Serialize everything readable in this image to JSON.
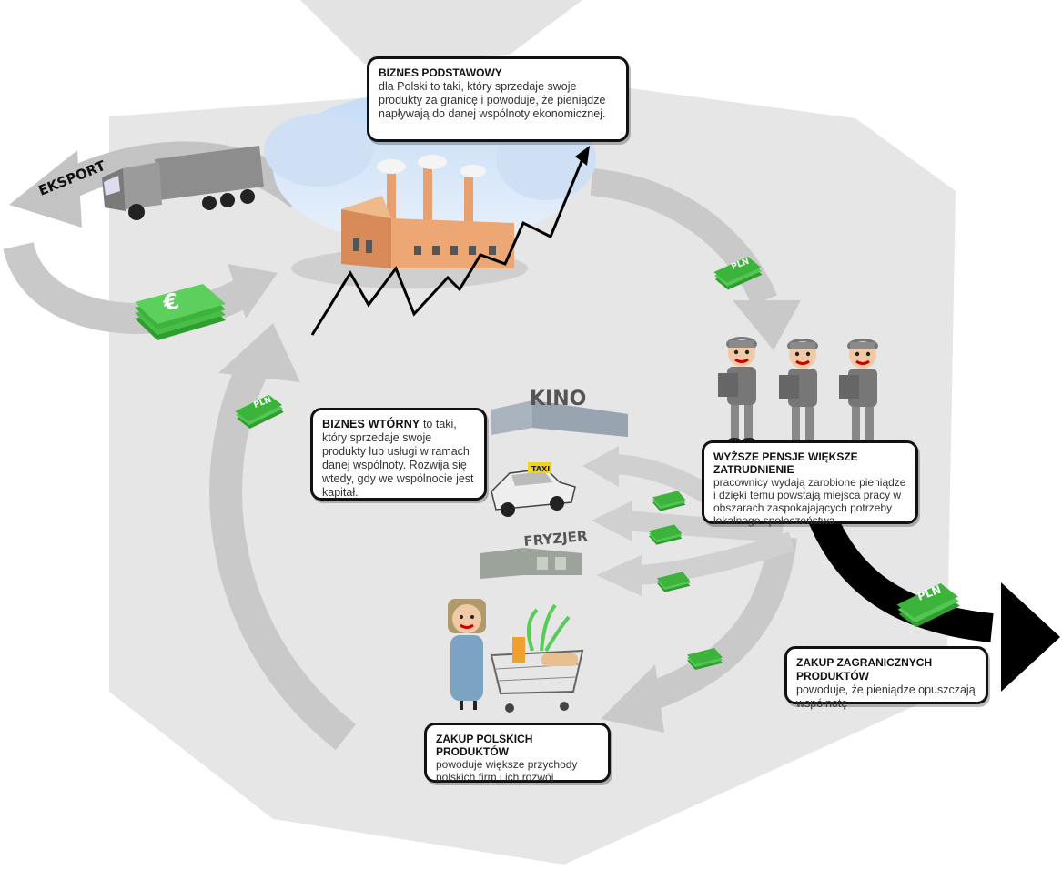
{
  "labels": {
    "eksport": "EKSPORT",
    "euro_symbol": "€",
    "pln": "PLN",
    "kino": "KINO",
    "taxi": "TAXI",
    "fryzjer": "FRYZJER"
  },
  "boxes": {
    "biznes_podstawowy": {
      "title": "BIZNES PODSTAWOWY",
      "text": "dla Polski to taki, który sprzedaje swoje produkty za granicę i powoduje, że pieniądze napływają do danej wspólnoty ekonomicznej."
    },
    "biznes_wtorny": {
      "title": "BIZNES WTÓRNY",
      "text": "to taki, który sprzedaje swoje produkty lub usługi w ramach danej wspólnoty. Rozwija się wtedy, gdy we wspólnocie jest kapitał."
    },
    "wyzsze_pensje": {
      "title": "WYŻSZE PENSJE WIĘKSZE ZATRUDNIENIE",
      "text": "pracownicy wydają zarobione pieniądze i dzięki temu powstają miejsca pracy w obszarach zaspokajających potrzeby lokalnego społeczeństwa"
    },
    "zakup_zagranicznych": {
      "title": "ZAKUP ZAGRANICZNYCH PRODUKTÓW",
      "text": "powoduje, że pieniądze opuszczają wspólnotę"
    },
    "zakup_polskich": {
      "title": "ZAKUP POLSKICH PRODUKTÓW",
      "text": "powoduje większe przychody polskich firm i ich rozwój"
    }
  },
  "colors": {
    "background_shape": "#e6e6e6",
    "arrow_gray": "#c8c8c8",
    "money_green": "#3cb43c",
    "outflow_arrow": "#000000",
    "factory": "#e8a070",
    "sky": "#cfe0f5"
  }
}
